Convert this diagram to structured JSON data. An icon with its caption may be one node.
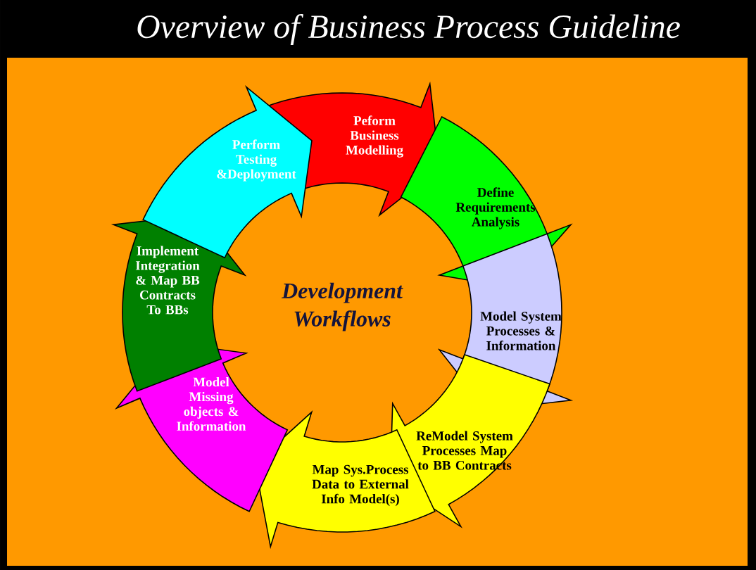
{
  "diagram": {
    "title": "Overview of Business Process Guideline",
    "nodes": [
      {
        "text": [
          "Peform Business Modelling"
        ]
      },
      {
        "text": [
          "Define Requirements Analysis"
        ]
      },
      {
        "text": [
          "Model System Processes & Information"
        ]
      },
      {
        "text": [
          "ReModel System Processes Map to BB Contracts"
        ]
      },
      {
        "text": [
          "Map Sys.Process Data to External Info Model(s)"
        ]
      },
      {
        "text": [
          "Model Missing objects & Information"
        ]
      },
      {
        "text": [
          "Implement Integration & Map BB Contracts To BBs"
        ]
      },
      {
        "text": [
          "Perform Testing &Deployment"
        ]
      },
      {
        "text": [
          "Development Workflows"
        ]
      }
    ]
  }
}
